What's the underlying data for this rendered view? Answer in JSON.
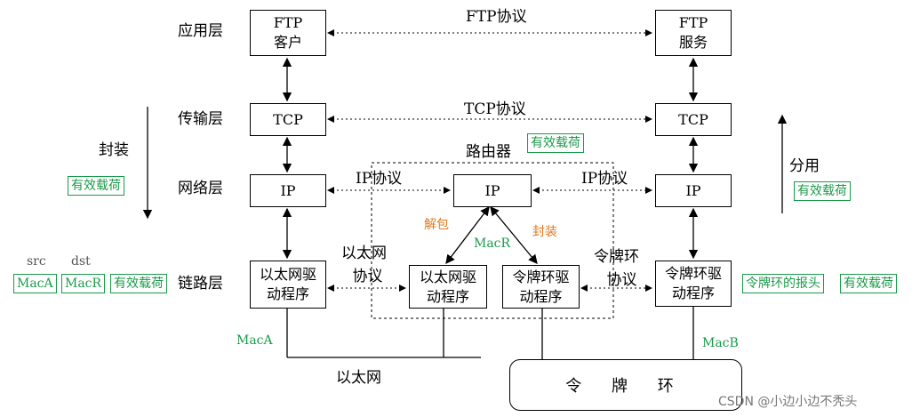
{
  "layers": {
    "application": "应用层",
    "transport": "传输层",
    "network": "网络层",
    "link": "链路层"
  },
  "boxes": {
    "ftp_client": [
      "FTP",
      "客户"
    ],
    "ftp_server": [
      "FTP",
      "服务"
    ],
    "tcp_left": "TCP",
    "tcp_right": "TCP",
    "ip_left": "IP",
    "ip_router": "IP",
    "ip_right": "IP",
    "eth_driver_left": [
      "以太网驱",
      "动程序"
    ],
    "eth_driver_router": [
      "以太网驱",
      "动程序"
    ],
    "token_driver_router": [
      "令牌环驱",
      "动程序"
    ],
    "token_driver_right": [
      "令牌环驱",
      "动程序"
    ]
  },
  "protocols": {
    "ftp": "FTP协议",
    "tcp": "TCP协议",
    "ip_left": "IP协议",
    "ip_right": "IP协议",
    "ethernet": [
      "以太网",
      "协议"
    ],
    "token_ring": [
      "令牌环",
      "协议"
    ]
  },
  "router_label": "路由器",
  "encapsulate": "封装",
  "demultiplex": "分用",
  "unpack": "解包",
  "repack": "封装",
  "payload": "有效载荷",
  "src": "src",
  "dst": "dst",
  "mac_a": "MacA",
  "mac_r": "MacR",
  "mac_b": "MacB",
  "token_header": "令牌环的报头",
  "ethernet_label": "以太网",
  "token_ring_label": "令 牌 环",
  "watermark": "CSDN @小边小边不秃头",
  "colors": {
    "green": "#1a9a4a",
    "orange": "#e07a1f"
  }
}
